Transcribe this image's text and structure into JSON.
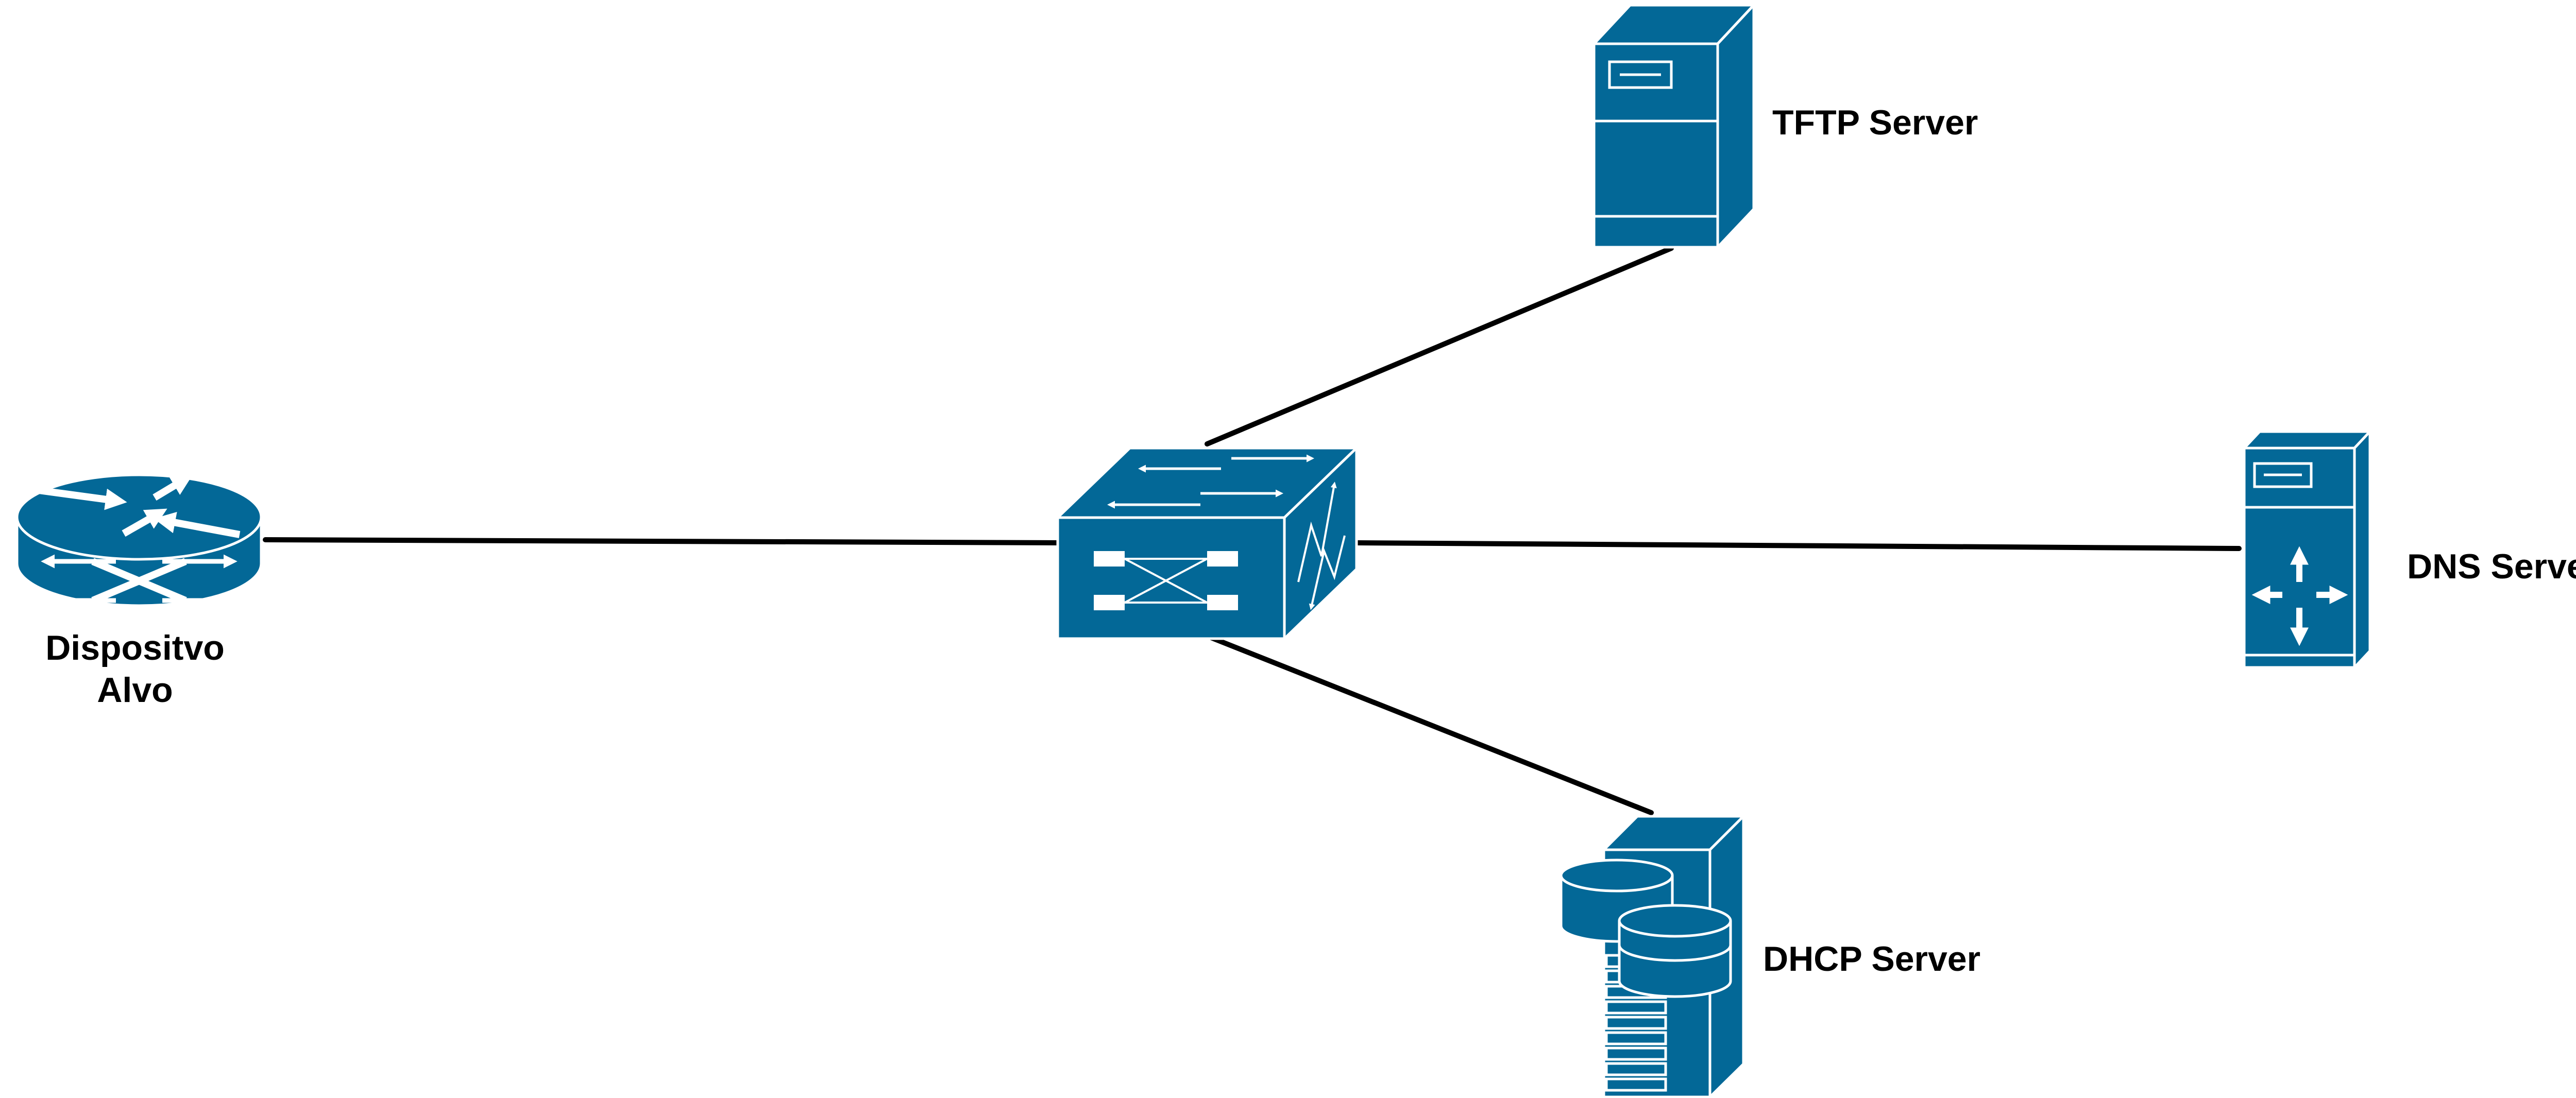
{
  "colors": {
    "device_fill": "#036897",
    "device_stroke": "#ffffff",
    "link": "#000000",
    "label": "#000000"
  },
  "nodes": {
    "router": {
      "icon": "router-icon",
      "label_line1": "Dispositvo",
      "label_line2": "Alvo"
    },
    "switch": {
      "icon": "switch-icon"
    },
    "tftp": {
      "icon": "server-icon",
      "label": "TFTP Server"
    },
    "dns": {
      "icon": "dns-server-icon",
      "label": "DNS Server"
    },
    "dhcp": {
      "icon": "database-server-icon",
      "label": "DHCP Server"
    }
  },
  "links": [
    {
      "from": "router",
      "to": "switch"
    },
    {
      "from": "switch",
      "to": "tftp"
    },
    {
      "from": "switch",
      "to": "dns"
    },
    {
      "from": "switch",
      "to": "dhcp"
    }
  ]
}
